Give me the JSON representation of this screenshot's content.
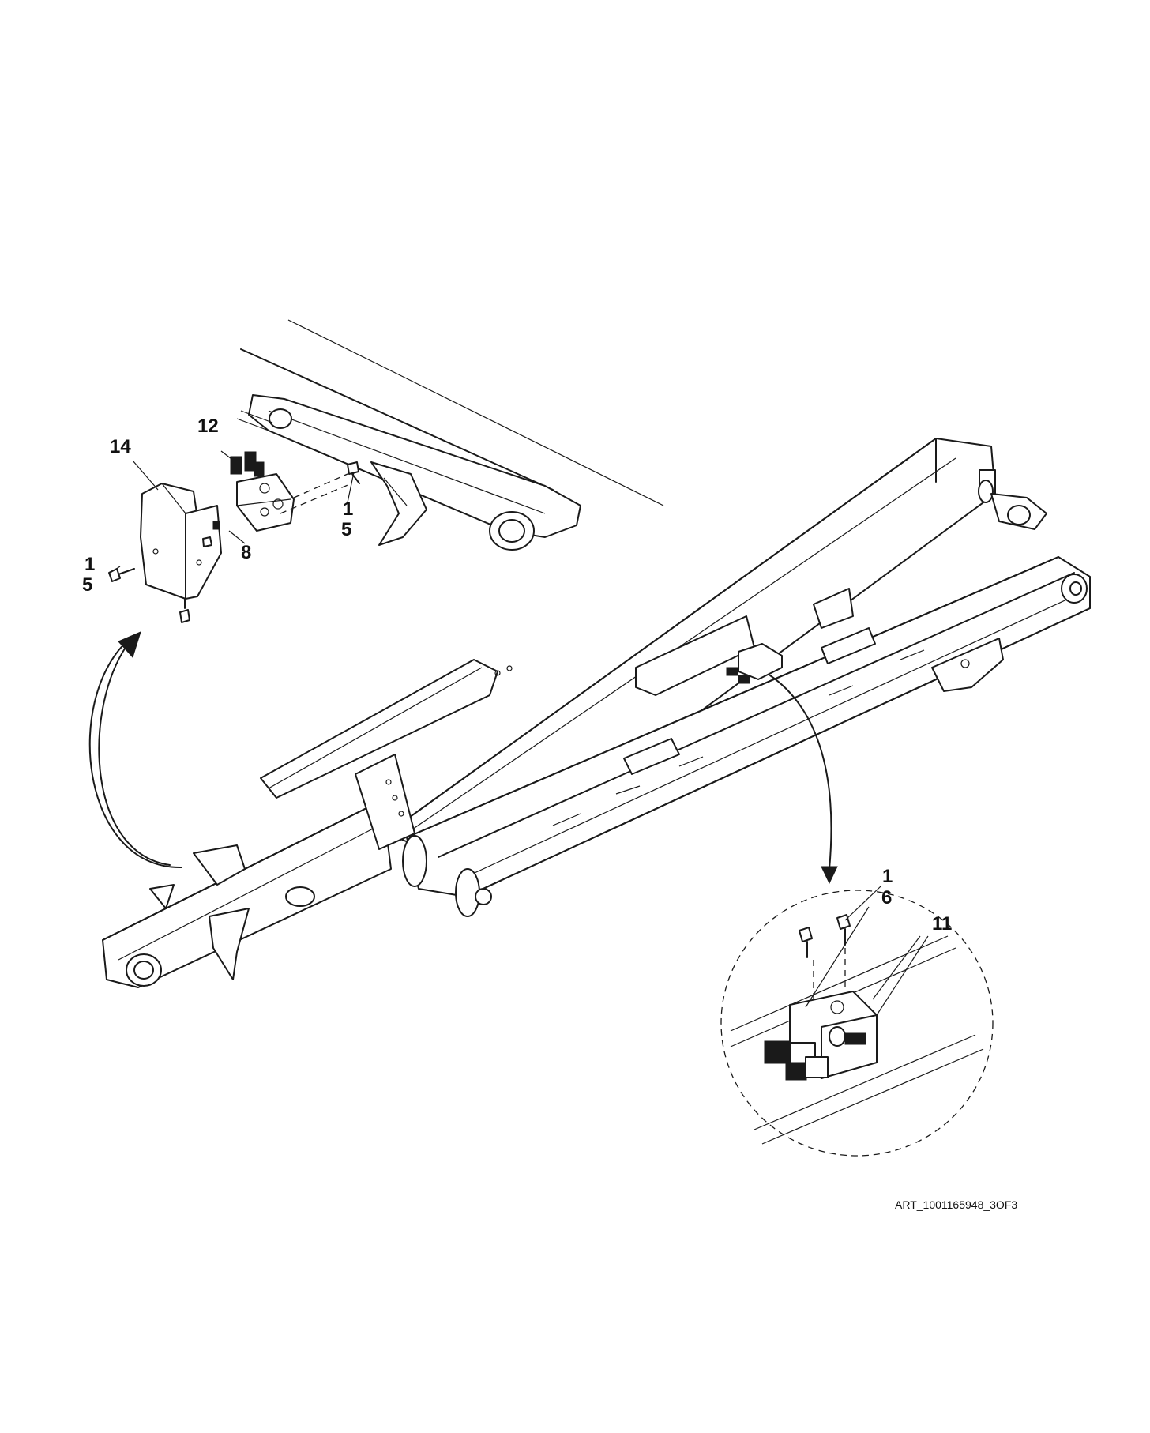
{
  "callouts": {
    "c14": "14",
    "c12": "12",
    "c8": "8",
    "c1_left": "1",
    "c5_left": "5",
    "c1_mid": "1",
    "c5_mid": "5",
    "c1_detail": "1",
    "c6_detail": "6",
    "c11_detail": "11"
  },
  "art_id": "ART_1001165948_3OF3"
}
